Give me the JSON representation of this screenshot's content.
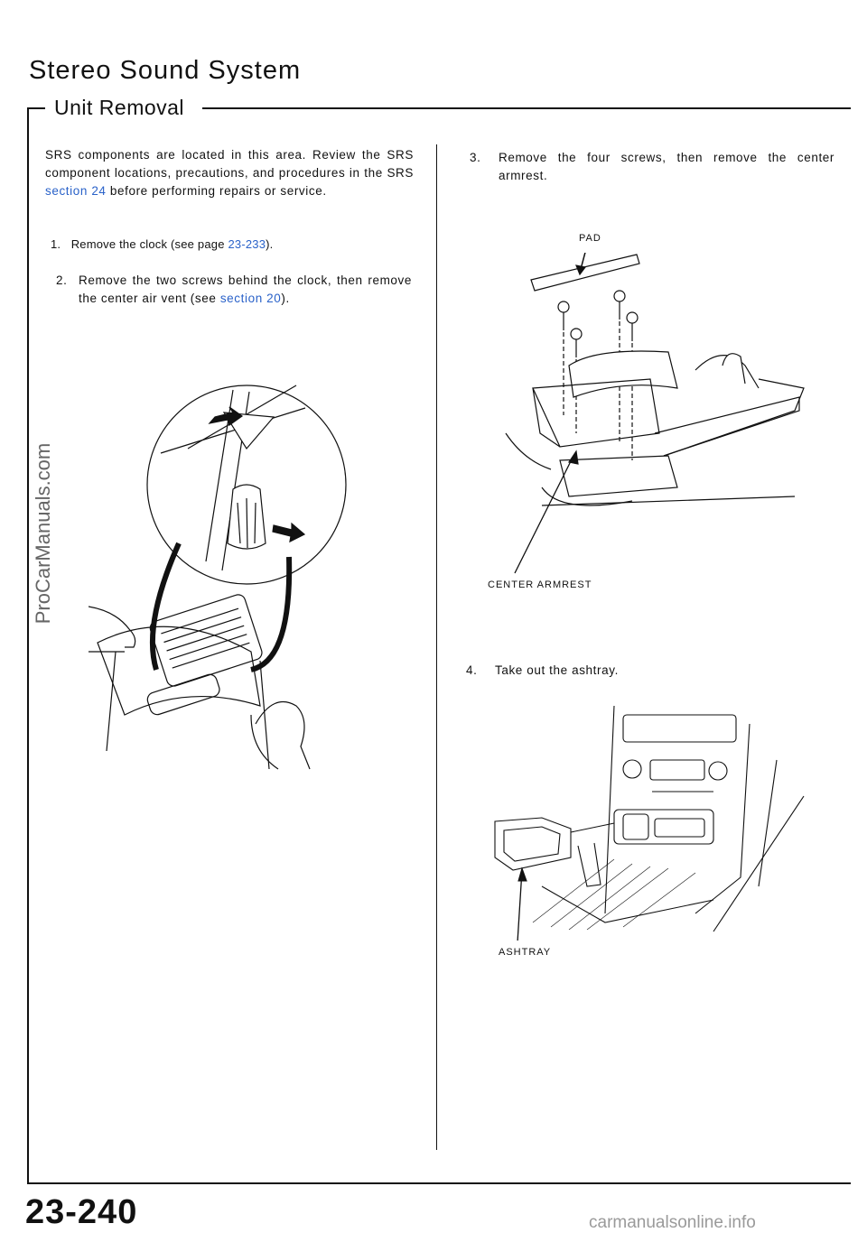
{
  "header": {
    "title": "Stereo Sound System",
    "section": "Unit Removal"
  },
  "intro": {
    "text_before": "SRS components are located in this area. Review the SRS component locations, precautions, and procedures in the SRS ",
    "link": "section 24",
    "text_after": " before performing repairs or service."
  },
  "steps": [
    {
      "num": "1.",
      "before": "Remove the clock (see page ",
      "link": "23-233",
      "after": ")."
    },
    {
      "num": "2.",
      "before": "Remove the two screws behind the clock, then remove the center air vent (see ",
      "link": "section 20",
      "after": ")."
    },
    {
      "num": "3.",
      "text": "Remove the four screws, then remove the center armrest."
    },
    {
      "num": "4.",
      "text": "Take out the ashtray."
    }
  ],
  "labels": {
    "pad": "PAD",
    "center_armrest": "CENTER ARMREST",
    "ashtray": "ASHTRAY"
  },
  "footer": {
    "page_number": "23-240",
    "watermark_left": "ProCarManuals.com",
    "watermark_bottom": "carmanualsonline.info"
  }
}
